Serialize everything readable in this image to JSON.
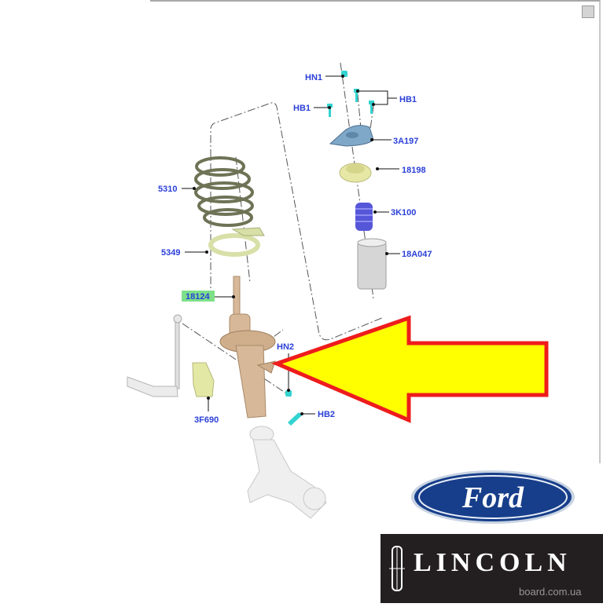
{
  "diagram": {
    "callouts": {
      "hn1": "HN1",
      "hb1_right": "HB1",
      "hb1_left": "HB1",
      "top_mount": "3A197",
      "bearing": "18198",
      "bump_stop": "3K100",
      "dust_boot": "18A047",
      "spring": "5310",
      "spring_seat": "5349",
      "strut": "18124",
      "hn2": "HN2",
      "bracket": "3F690",
      "hb2": "HB2"
    },
    "highlight_color": "#7ee08a",
    "callout_color": "#2a3fd8",
    "arrow": {
      "fill": "#ffff00",
      "stroke": "#ee1c1c"
    }
  },
  "logos": {
    "ford": "Ford",
    "lincoln": "LINCOLN",
    "watermark": "board.com.ua"
  }
}
